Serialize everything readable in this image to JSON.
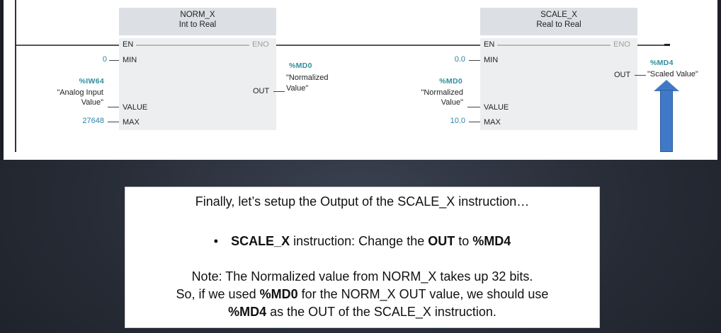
{
  "ladder": {
    "norm_x": {
      "title_1": "NORM_X",
      "title_2": "Int to Real",
      "en": "EN",
      "eno": "ENO",
      "min_label": "MIN",
      "min_value": "0",
      "value_label": "VALUE",
      "value_tag": "%IW64",
      "value_name_1": "\"Analog Input",
      "value_name_2": "Value\"",
      "max_label": "MAX",
      "max_value": "27648",
      "out_label": "OUT",
      "out_tag": "%MD0",
      "out_name_1": "\"Normalized",
      "out_name_2": "Value\""
    },
    "scale_x": {
      "title_1": "SCALE_X",
      "title_2": "Real to Real",
      "en": "EN",
      "eno": "ENO",
      "min_label": "MIN",
      "min_value": "0.0",
      "value_label": "VALUE",
      "value_tag": "%MD0",
      "value_name_1": "\"Normalized",
      "value_name_2": "Value\"",
      "max_label": "MAX",
      "max_value": "10.0",
      "out_label": "OUT",
      "out_tag": "%MD4",
      "out_name": "\"Scaled Value\""
    },
    "arrow_color": "#3f79c7"
  },
  "note": {
    "title": "Finally, let’s setup the Output of the SCALE_X instruction…",
    "bullet_bold_1": "SCALE_X",
    "bullet_text_1": " instruction: Change the ",
    "bullet_bold_2": "OUT",
    "bullet_text_2": " to ",
    "bullet_bold_3": "%MD4",
    "line1": "Note: The Normalized value from NORM_X takes up 32 bits.",
    "line2_a": "So, if we used ",
    "line2_bold": "%MD0",
    "line2_b": " for the NORM_X OUT value, we should use",
    "line3_bold": "%MD4",
    "line3_b": " as the OUT of the SCALE_X instruction."
  }
}
